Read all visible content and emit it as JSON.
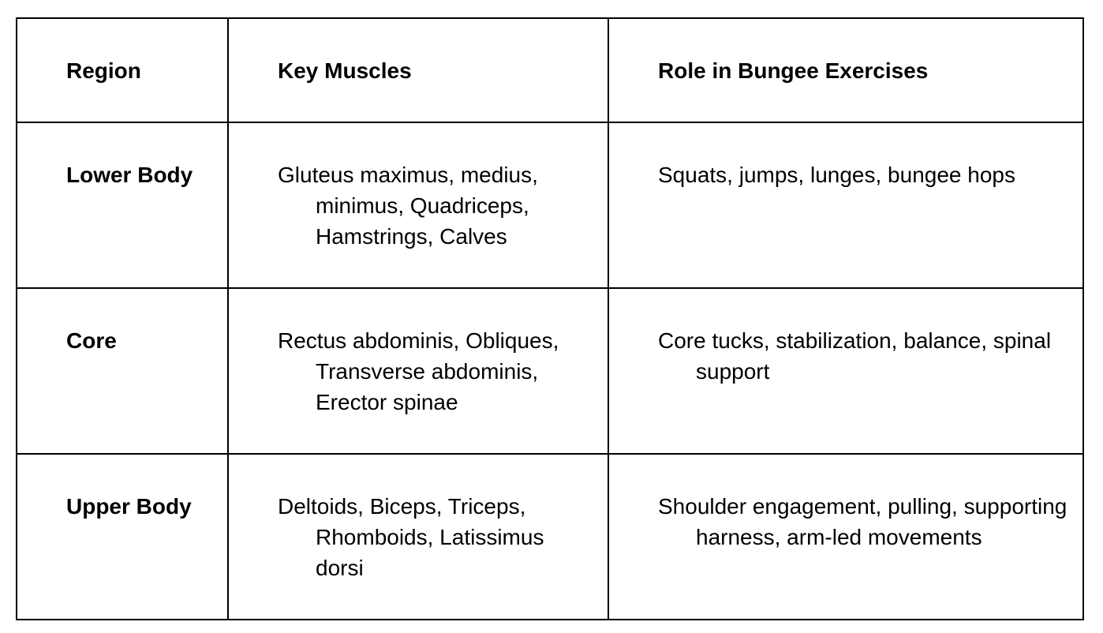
{
  "table": {
    "headers": [
      "Region",
      "Key Muscles",
      "Role in Bungee Exercises"
    ],
    "rows": [
      {
        "region": "Lower Body",
        "muscles": "Gluteus maximus, medius, minimus, Quadriceps, Hamstrings, Calves",
        "role": "Squats, jumps, lunges, bungee hops"
      },
      {
        "region": "Core",
        "muscles": "Rectus abdominis, Obliques, Transverse abdominis, Erector spinae",
        "role": "Core tucks, stabilization, balance, spinal support"
      },
      {
        "region": "Upper Body",
        "muscles": "Deltoids, Biceps, Triceps, Rhomboids, Latissimus dorsi",
        "role": "Shoulder engagement, pulling, supporting harness, arm-led movements"
      }
    ]
  }
}
